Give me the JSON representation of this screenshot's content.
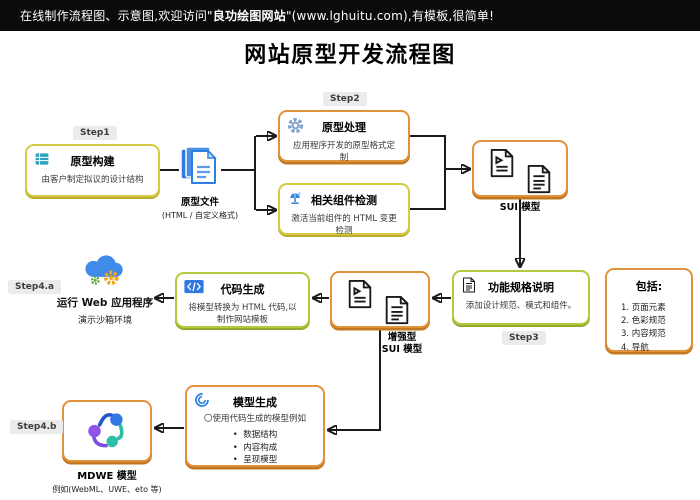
{
  "banner": {
    "prefix": "在线制作流程图、示意图,欢迎访问\"",
    "brand": "良功绘图网站",
    "suffix": "\"(www.lghuitu.com),有模板,很简单!"
  },
  "title": "网站原型开发流程图",
  "badges": {
    "step1": "Step1",
    "step2": "Step2",
    "step3": "Step3",
    "step4a": "Step4.a",
    "step4b": "Step4.b"
  },
  "nodes": {
    "prototype_build": {
      "title": "原型构建",
      "desc": "由客户制定拟议的设计结构",
      "icon": "spreadsheet-icon"
    },
    "prototype_file": {
      "label": "原型文件",
      "sublabel": "(HTML / 自定义格式)",
      "icon": "stacked-documents-icon"
    },
    "prototype_process": {
      "title": "原型处理",
      "desc": "应用程序开发的原型格式定制",
      "icon": "gear-icon"
    },
    "component_detect": {
      "title": "相关组件检测",
      "desc": "激活当前组件的 HTML 变更检测",
      "icon": "radar-icon"
    },
    "sui_model": {
      "label": "SUI 模型",
      "icon": "documents-icon"
    },
    "func_spec": {
      "title": "功能规格说明",
      "desc": "添加设计规范、模式和组件。",
      "icon": "document-icon"
    },
    "include": {
      "title": "包括:",
      "items": [
        "1. 页面元素",
        "2. 色彩规范",
        "3. 内容规范",
        "4. 导航"
      ]
    },
    "enhanced_sui": {
      "label_line1": "增强型",
      "label_line2": "SUI 模型",
      "icon": "documents-icon"
    },
    "code_gen": {
      "title": "代码生成",
      "desc": "将模型转换为 HTML 代码,以制作网站模板",
      "icon": "code-icon"
    },
    "run_web": {
      "title": "运行 Web 应用程序",
      "desc": "演示沙箱环境",
      "icon": "cloud-gears-icon"
    },
    "model_gen": {
      "title": "模型生成",
      "desc": "〇使用代码生成的模型例如",
      "bullets": [
        "数据结构",
        "内容构成",
        "呈现模型"
      ],
      "icon": "spiral-icon"
    },
    "mdwe": {
      "label": "MDWE 模型",
      "sublabel": "例如(WebML、UWE、eto 等)",
      "icon": "linked-nodes-icon"
    }
  },
  "colors": {
    "banner_bg": "#0B0B0B",
    "orange": "#E2923B",
    "orange_dark": "#C27722",
    "yellow": "#D5CB45",
    "yellow_dark": "#B9AE32",
    "yellow_green": "#B5C93E",
    "yellow_green_dark": "#97A82F",
    "doc_blue": "#2F7FE0",
    "arrow": "#1A1A1A",
    "badge_bg": "#EBEBEB"
  }
}
